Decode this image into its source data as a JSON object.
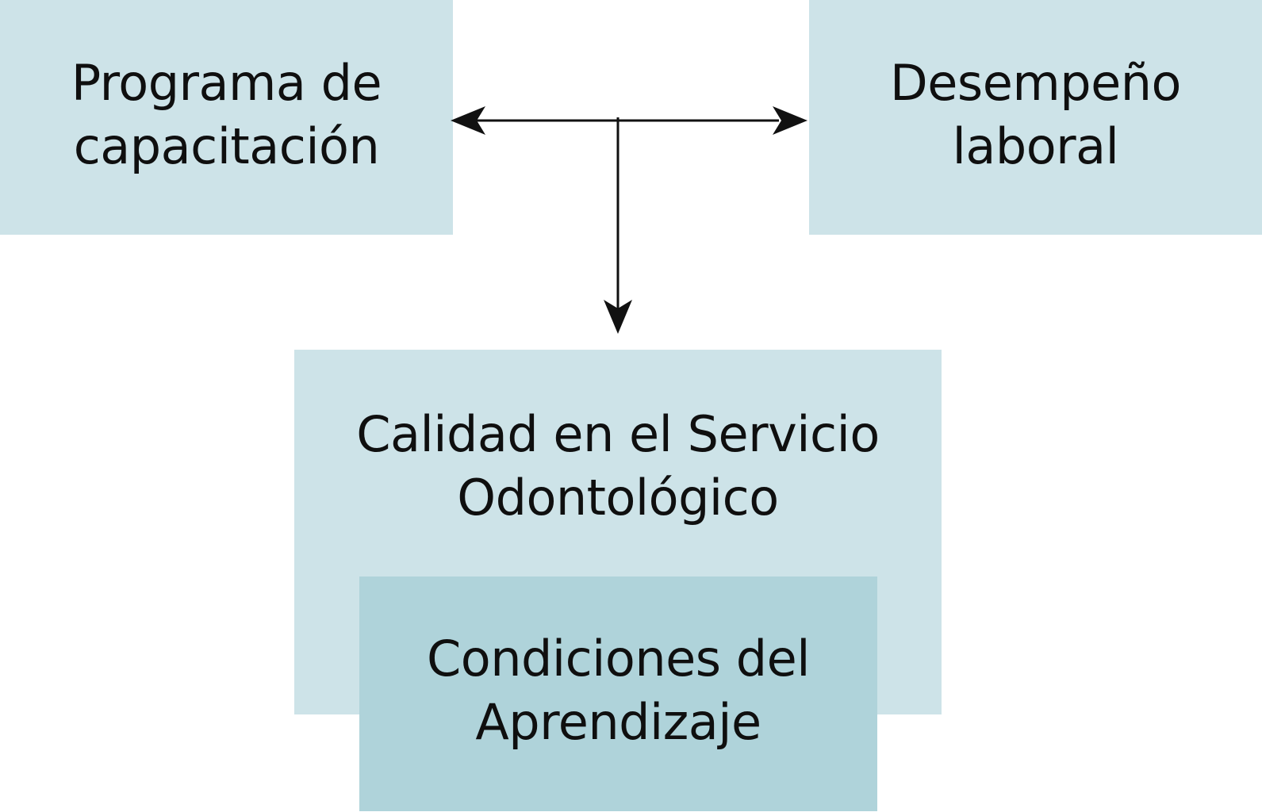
{
  "colors": {
    "box_light": "#cde3e8",
    "box_dark": "#afd3da",
    "arrow": "#111111",
    "text": "#0f0f0f"
  },
  "diagram": {
    "nodes": {
      "programa": {
        "line1": "Programa de",
        "line2": "capacitación"
      },
      "desempeno": {
        "line1": "Desempeño",
        "line2": "laboral"
      },
      "calidad": {
        "line1": "Calidad en el Servicio",
        "line2": "Odontológico"
      },
      "condiciones": {
        "line1": "Condiciones del",
        "line2": "Aprendizaje"
      }
    },
    "edges": [
      {
        "from": "junction",
        "to": "programa",
        "style": "arrow"
      },
      {
        "from": "junction",
        "to": "desempeno",
        "style": "arrow"
      },
      {
        "from": "junction",
        "to": "calidad",
        "style": "arrow"
      }
    ]
  }
}
